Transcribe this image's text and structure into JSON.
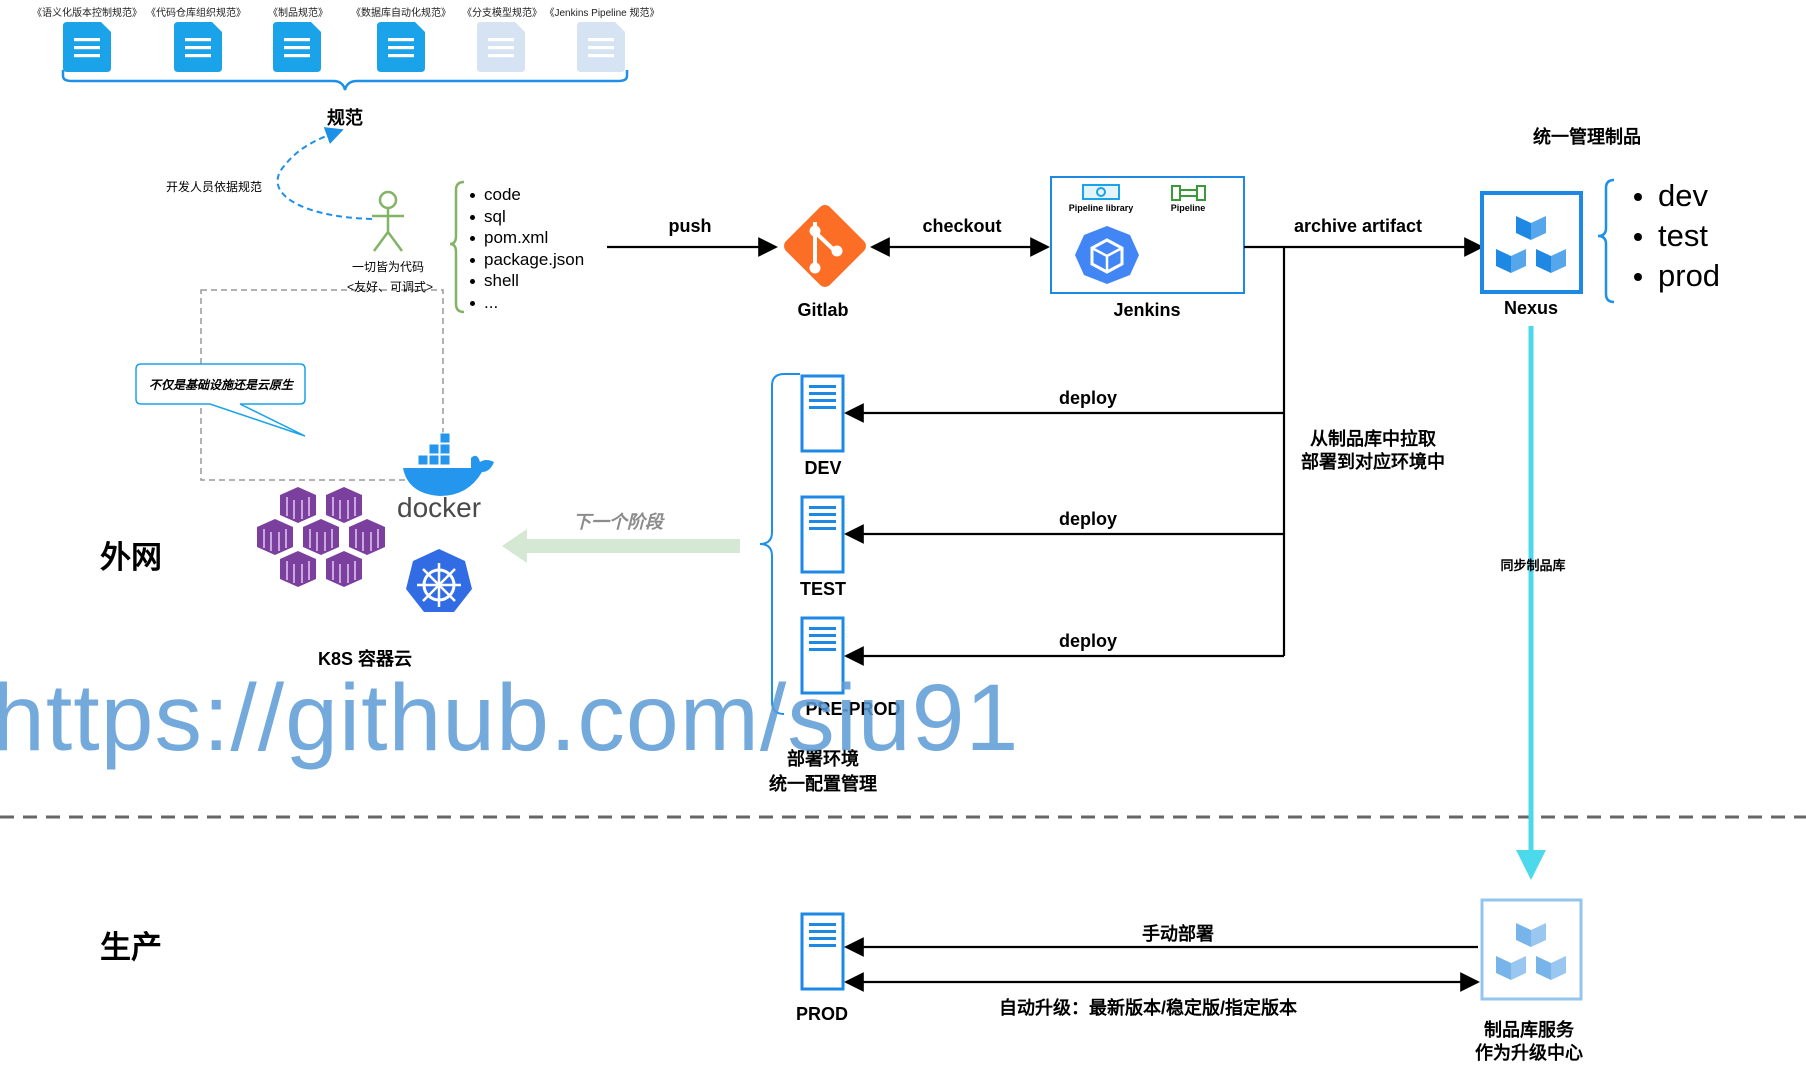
{
  "docs": [
    {
      "label": "《语义化版本控制规范》"
    },
    {
      "label": "《代码仓库组织规范》"
    },
    {
      "label": "《制品规范》"
    },
    {
      "label": "《数据库自动化规范》"
    },
    {
      "label": "《分支模型规范》"
    },
    {
      "label": "《Jenkins Pipeline 规范》"
    }
  ],
  "spec_label": "规范",
  "developer": {
    "follow_label": "开发人员依据规范",
    "line1": "一切皆为代码",
    "line2": "<友好、可调式>"
  },
  "code_items": [
    "code",
    "sql",
    "pom.xml",
    "package.json",
    "shell",
    "..."
  ],
  "edges": {
    "push": "push",
    "checkout": "checkout",
    "archive": "archive artifact",
    "deploy": "deploy",
    "manual_deploy": "手动部署",
    "auto_upgrade": "自动升级：最新版本/稳定版/指定版本",
    "sync": "同步制品库",
    "next_stage": "下一个阶段",
    "pull_line1": "从制品库中拉取",
    "pull_line2": "部署到对应环境中"
  },
  "nodes": {
    "gitlab": "Gitlab",
    "jenkins": "Jenkins",
    "pipeline_library": "Pipeline library",
    "pipeline": "Pipeline",
    "nexus": "Nexus",
    "nexus_title": "统一管理制品",
    "dev": "DEV",
    "test": "TEST",
    "preprod": "PRE-PROD",
    "prod": "PROD",
    "docker": "docker",
    "k8s": "K8S 容器云",
    "cloud_callout": "不仅是基础设施还是云原生",
    "env_config_line1": "部署环境",
    "env_config_line2": "统一配置管理",
    "repo_service_line1": "制品库服务",
    "repo_service_line2": "作为升级中心"
  },
  "envs": [
    "dev",
    "test",
    "prod"
  ],
  "zones": {
    "external": "外网",
    "production": "生产"
  },
  "watermark": "https://github.com/siu91",
  "colors": {
    "doc_blue": "#1aa3e8",
    "doc_faded": "#d5e3f3",
    "brace_blue": "#1e90e8",
    "brace_green": "#82b366",
    "gitlab_orange": "#fc6d26",
    "nexus_blue": "#1e88e5",
    "sync_cyan": "#4dd9ec",
    "next_stage_green": "#d5e8d4",
    "k8s_blue": "#326ce5",
    "docker_blue": "#2496ed",
    "purple": "#7b3f9e"
  },
  "icons": [
    "document-icon",
    "person-icon",
    "gitlab-icon",
    "jenkins-icon",
    "nexus-icon",
    "server-icon",
    "docker-icon",
    "kubernetes-icon",
    "container-icon"
  ]
}
